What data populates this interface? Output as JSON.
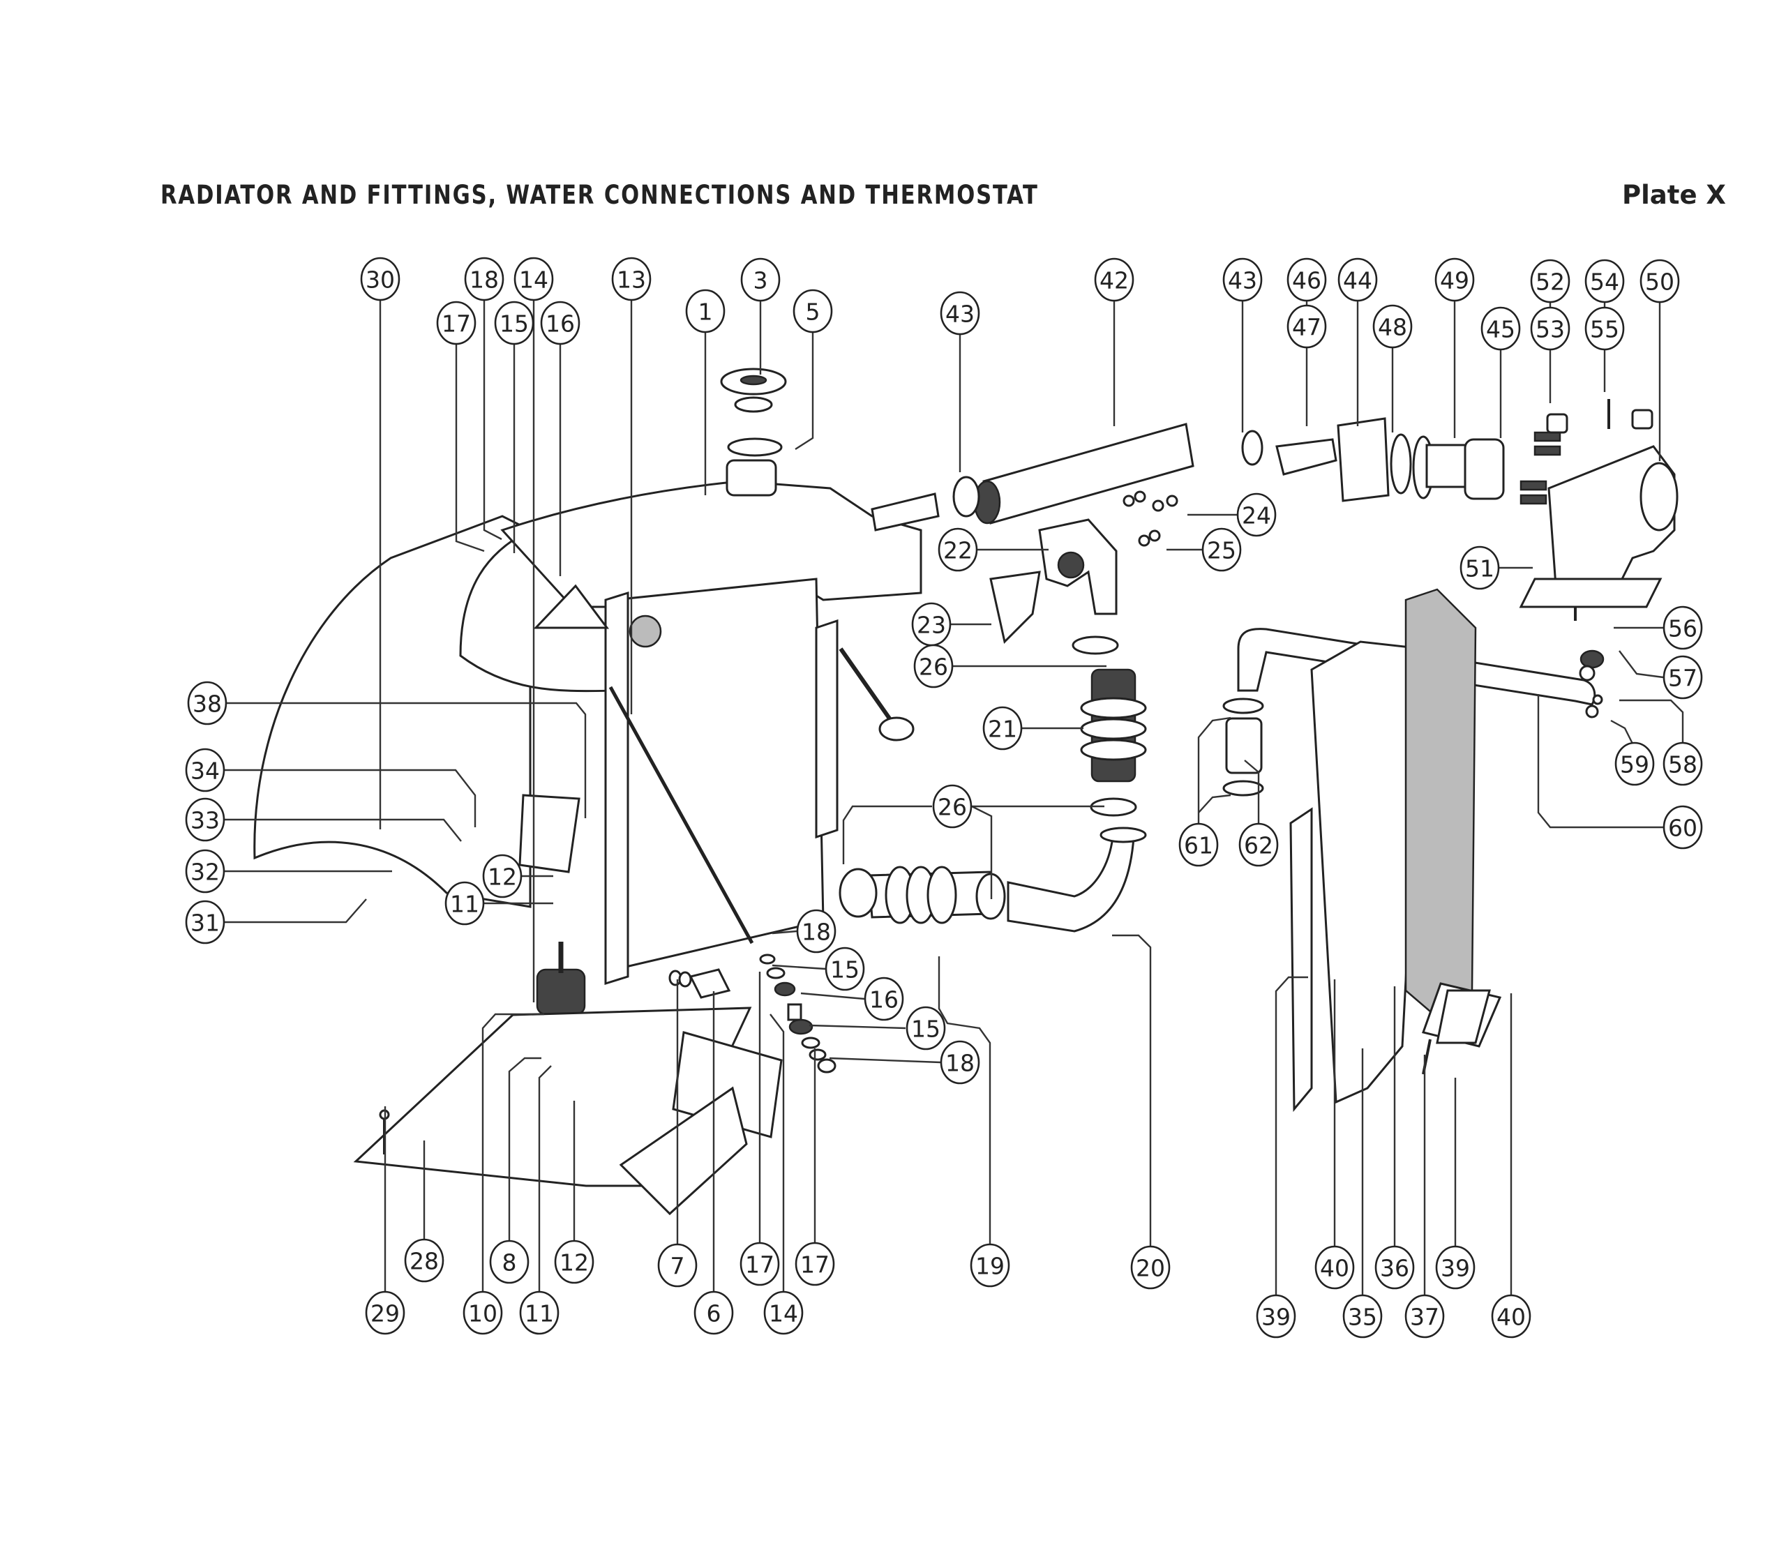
{
  "header": {
    "title": "RADIATOR AND FITTINGS, WATER CONNECTIONS AND THERMOSTAT",
    "plate": "Plate X"
  },
  "diagram": {
    "description": "Exploded parts diagram of radiator, water connections and thermostat",
    "callouts": [
      {
        "id": "c30",
        "number": "30"
      },
      {
        "id": "c18a",
        "number": "18"
      },
      {
        "id": "c14a",
        "number": "14"
      },
      {
        "id": "c13",
        "number": "13"
      },
      {
        "id": "c3",
        "number": "3"
      },
      {
        "id": "c42",
        "number": "42"
      },
      {
        "id": "c43a",
        "number": "43"
      },
      {
        "id": "c46",
        "number": "46"
      },
      {
        "id": "c44",
        "number": "44"
      },
      {
        "id": "c49",
        "number": "49"
      },
      {
        "id": "c52",
        "number": "52"
      },
      {
        "id": "c54",
        "number": "54"
      },
      {
        "id": "c50",
        "number": "50"
      },
      {
        "id": "c17a",
        "number": "17"
      },
      {
        "id": "c15a",
        "number": "15"
      },
      {
        "id": "c16a",
        "number": "16"
      },
      {
        "id": "c1",
        "number": "1"
      },
      {
        "id": "c5",
        "number": "5"
      },
      {
        "id": "c43b",
        "number": "43"
      },
      {
        "id": "c47",
        "number": "47"
      },
      {
        "id": "c48",
        "number": "48"
      },
      {
        "id": "c45",
        "number": "45"
      },
      {
        "id": "c53",
        "number": "53"
      },
      {
        "id": "c55",
        "number": "55"
      },
      {
        "id": "c24",
        "number": "24"
      },
      {
        "id": "c22",
        "number": "22"
      },
      {
        "id": "c25",
        "number": "25"
      },
      {
        "id": "c51",
        "number": "51"
      },
      {
        "id": "c23",
        "number": "23"
      },
      {
        "id": "c56",
        "number": "56"
      },
      {
        "id": "c26a",
        "number": "26"
      },
      {
        "id": "c57",
        "number": "57"
      },
      {
        "id": "c38",
        "number": "38"
      },
      {
        "id": "c21",
        "number": "21"
      },
      {
        "id": "c59",
        "number": "59"
      },
      {
        "id": "c58",
        "number": "58"
      },
      {
        "id": "c34",
        "number": "34"
      },
      {
        "id": "c26b",
        "number": "26"
      },
      {
        "id": "c33",
        "number": "33"
      },
      {
        "id": "c60",
        "number": "60"
      },
      {
        "id": "c61",
        "number": "61"
      },
      {
        "id": "c62",
        "number": "62"
      },
      {
        "id": "c32",
        "number": "32"
      },
      {
        "id": "c12a",
        "number": "12"
      },
      {
        "id": "c11a",
        "number": "11"
      },
      {
        "id": "c31",
        "number": "31"
      },
      {
        "id": "c18b",
        "number": "18"
      },
      {
        "id": "c15b",
        "number": "15"
      },
      {
        "id": "c16b",
        "number": "16"
      },
      {
        "id": "c15c",
        "number": "15"
      },
      {
        "id": "c18c",
        "number": "18"
      },
      {
        "id": "c28",
        "number": "28"
      },
      {
        "id": "c8",
        "number": "8"
      },
      {
        "id": "c12b",
        "number": "12"
      },
      {
        "id": "c7",
        "number": "7"
      },
      {
        "id": "c17b",
        "number": "17"
      },
      {
        "id": "c17c",
        "number": "17"
      },
      {
        "id": "c19",
        "number": "19"
      },
      {
        "id": "c20",
        "number": "20"
      },
      {
        "id": "c40a",
        "number": "40"
      },
      {
        "id": "c36",
        "number": "36"
      },
      {
        "id": "c39a",
        "number": "39"
      },
      {
        "id": "c29",
        "number": "29"
      },
      {
        "id": "c10",
        "number": "10"
      },
      {
        "id": "c11b",
        "number": "11"
      },
      {
        "id": "c6",
        "number": "6"
      },
      {
        "id": "c14b",
        "number": "14"
      },
      {
        "id": "c39b",
        "number": "39"
      },
      {
        "id": "c35",
        "number": "35"
      },
      {
        "id": "c37",
        "number": "37"
      },
      {
        "id": "c40b",
        "number": "40"
      }
    ]
  }
}
